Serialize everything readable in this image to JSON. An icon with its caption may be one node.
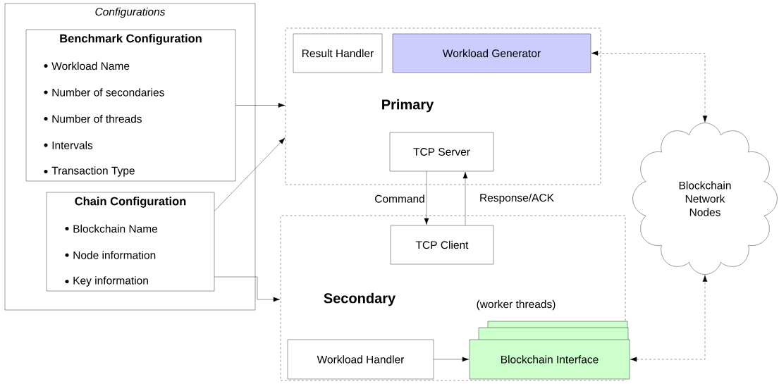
{
  "diagram": {
    "nodes": [
      {
        "text": [
          "Configurations"
        ]
      },
      {
        "text": [
          "Benchmark Configuration",
          "Workload Name",
          "Number of secondaries",
          "Number of threads",
          "Intervals",
          "Transaction Type"
        ],
        "in": 0
      },
      {
        "text": [
          "Chain Configuration",
          "Blockchain Name",
          "Node information",
          "Key information"
        ],
        "in": 0
      },
      {
        "text": [
          "Primary"
        ]
      },
      {
        "text": [
          "Result Handler"
        ],
        "in": 3
      },
      {
        "text": [
          "Workload Generator"
        ],
        "in": 3
      },
      {
        "text": [
          "TCP Server"
        ],
        "in": 3
      },
      {
        "text": [
          "Secondary",
          "(worker threads)"
        ]
      },
      {
        "text": [
          "TCP Client"
        ],
        "in": 7
      },
      {
        "text": [
          "Workload Handler"
        ],
        "in": 7
      },
      {
        "text": [
          "Blockchain Interface"
        ],
        "in": 7
      },
      {
        "text": [
          "Blockchain Network Nodes"
        ]
      }
    ],
    "edges": [
      {
        "from": 1,
        "to": 3,
        "arrow": "to"
      },
      {
        "from": 2,
        "to": 3,
        "arrow": "to"
      },
      {
        "from": 2,
        "to": 7,
        "arrow": "to"
      },
      {
        "from": 6,
        "to": 8,
        "arrow": "to",
        "label": "Command"
      },
      {
        "from": 8,
        "to": 6,
        "arrow": "to",
        "label": "Response/ACK"
      },
      {
        "from": 5,
        "to": 11,
        "arrow": "both",
        "style": "dashed"
      },
      {
        "from": 9,
        "to": 10,
        "arrow": "to"
      },
      {
        "from": 10,
        "to": 11,
        "arrow": "both",
        "style": "dashed"
      }
    ]
  }
}
